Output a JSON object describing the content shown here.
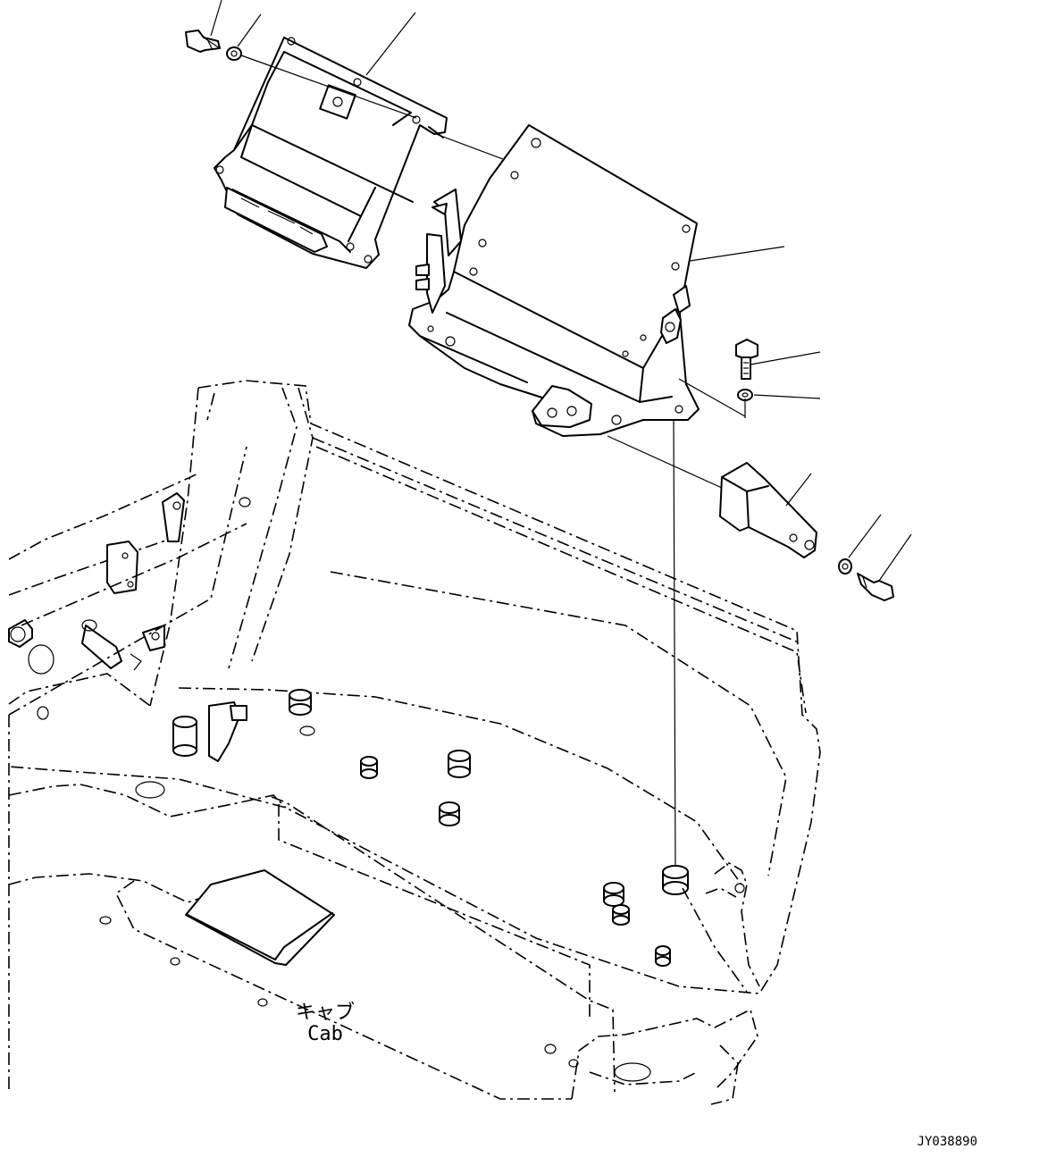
{
  "drawing": {
    "labels": {
      "cab_jp": "キャブ",
      "cab_en": "Cab",
      "drawing_number": "JY038890"
    }
  }
}
